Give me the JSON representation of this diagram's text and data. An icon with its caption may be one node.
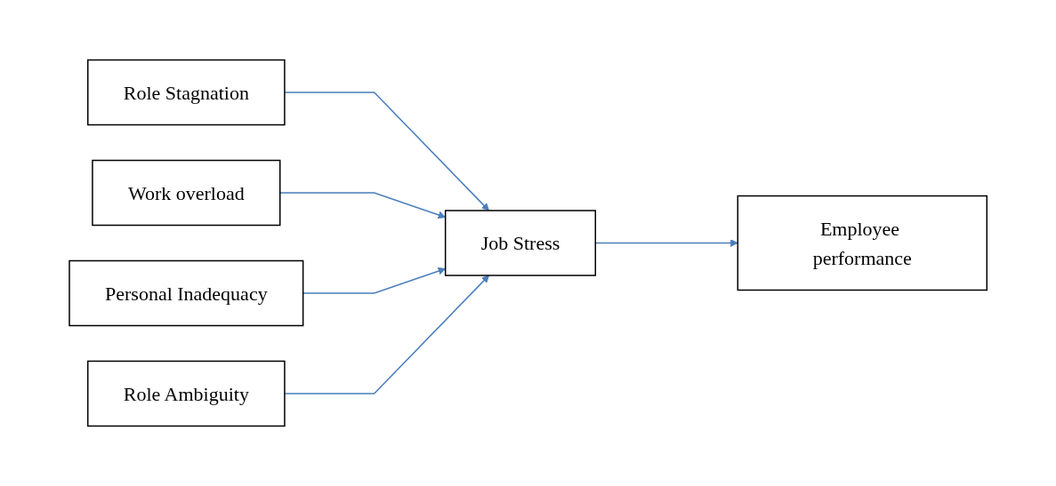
{
  "diagram": {
    "nodes": [
      {
        "text": [
          "Role Stagnation"
        ]
      },
      {
        "text": [
          "Work overload"
        ]
      },
      {
        "text": [
          "Personal Inadequacy"
        ]
      },
      {
        "text": [
          "Role Ambiguity"
        ]
      },
      {
        "text": [
          "Job Stress"
        ]
      },
      {
        "text": [
          "Employee performance"
        ]
      }
    ],
    "edges": [
      {
        "from": 0,
        "to": 4,
        "arrow": "to"
      },
      {
        "from": 1,
        "to": 4,
        "arrow": "to"
      },
      {
        "from": 2,
        "to": 4,
        "arrow": "to"
      },
      {
        "from": 3,
        "to": 4,
        "arrow": "to"
      },
      {
        "from": 4,
        "to": 5,
        "arrow": "to"
      }
    ]
  }
}
